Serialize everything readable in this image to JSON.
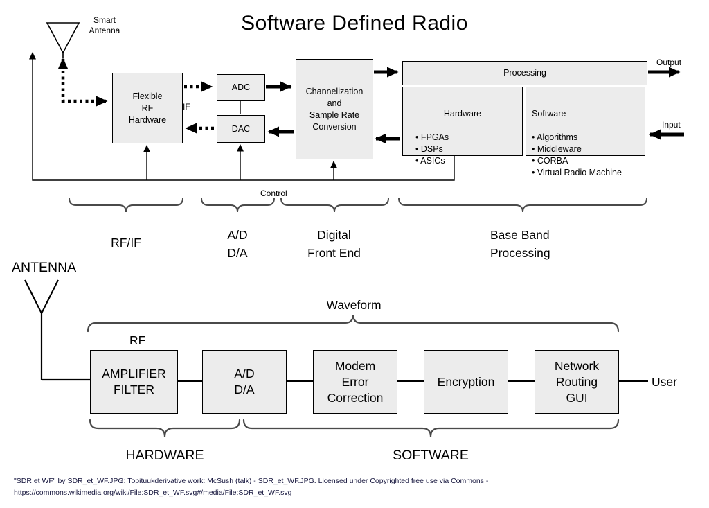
{
  "title": "Software Defined Radio",
  "colors": {
    "box_fill": "#ececec",
    "box_border": "#000000",
    "line": "#000000",
    "brace": "#4a4a4a"
  },
  "top": {
    "smart_antenna_label": "Smart\nAntenna",
    "rf_box": "Flexible\nRF\nHardware",
    "if_label": "IF",
    "adc_box": "ADC",
    "dac_box": "DAC",
    "chan_box": "Channelization\nand\nSample Rate\nConversion",
    "processing_box": "Processing",
    "hardware_title": "Hardware",
    "hardware_items": "• FPGAs\n• DSPs\n• ASICs",
    "software_title": "Software",
    "software_items": "• Algorithms\n• Middleware\n• CORBA\n• Virtual Radio Machine",
    "output_label": "Output",
    "input_label": "Input",
    "control_label": "Control",
    "section_rfif": "RF/IF",
    "section_adda": "A/D\nD/A",
    "section_dfe": "Digital\nFront End",
    "section_bbp": "Base Band\nProcessing"
  },
  "bottom": {
    "antenna_label": "ANTENNA",
    "waveform_label": "Waveform",
    "rf_label": "RF",
    "box_amplifier": "AMPLIFIER\nFILTER",
    "box_adda": "A/D\nD/A",
    "box_modem": "Modem\nError\nCorrection",
    "box_encryption": "Encryption",
    "box_network": "Network\nRouting\nGUI",
    "user_label": "User",
    "hardware_label": "HARDWARE",
    "software_label": "SOFTWARE"
  },
  "attribution": {
    "line1": "\"SDR et WF\" by SDR_et_WF.JPG: Topituukderivative work: McSush (talk) - SDR_et_WF.JPG. Licensed under Copyrighted free use via Commons -",
    "line2": "https://commons.wikimedia.org/wiki/File:SDR_et_WF.svg#/media/File:SDR_et_WF.svg"
  }
}
